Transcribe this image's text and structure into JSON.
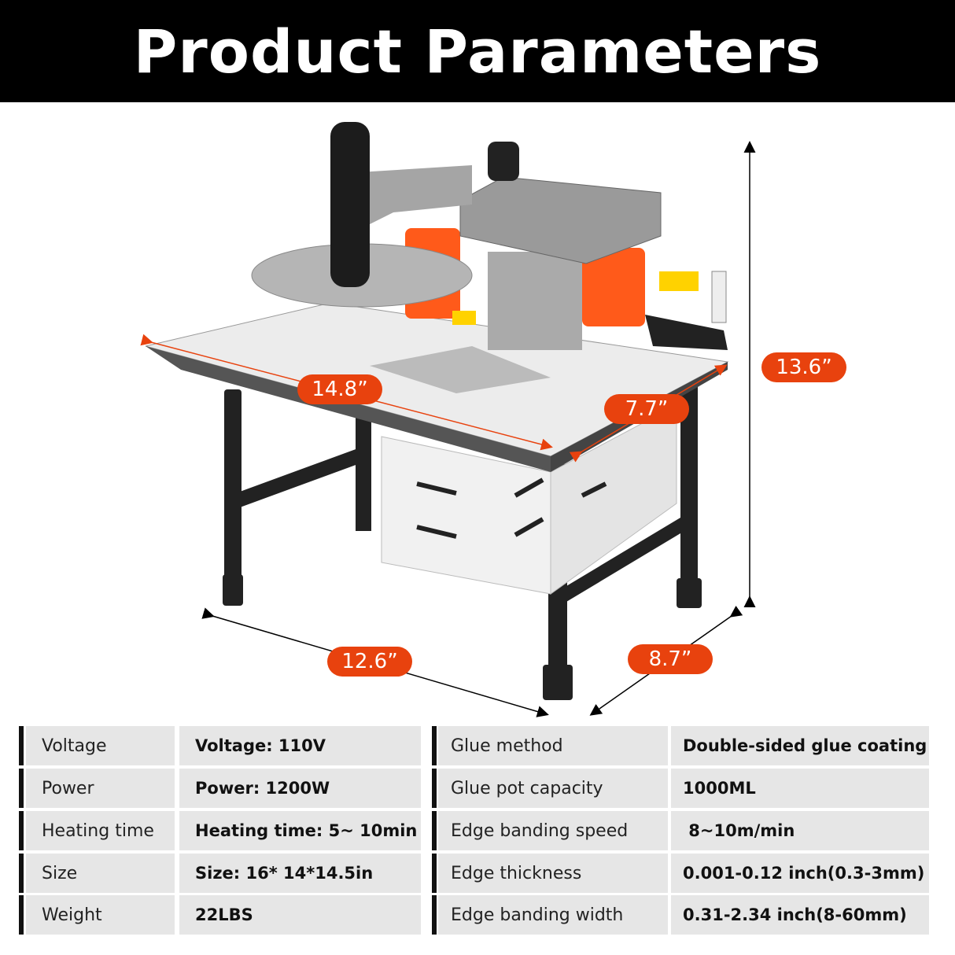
{
  "header": {
    "title": "Product Parameters"
  },
  "dimensions": {
    "top_length": "14.8”",
    "top_width": "7.7”",
    "height": "13.6”",
    "base_length": "12.6”",
    "base_width": "8.7”"
  },
  "colors": {
    "accent": "#e8420e",
    "header_bg": "#000000",
    "cell_bg": "#e6e6e6"
  },
  "specs_left": [
    {
      "label": "Voltage",
      "value": "Voltage: 110V"
    },
    {
      "label": "Power",
      "value": "Power: 1200W"
    },
    {
      "label": "Heating time",
      "value": "Heating time: 5~ 10min"
    },
    {
      "label": "Size",
      "value": "Size: 16* 14*14.5in"
    },
    {
      "label": "Weight",
      "value": "22LBS"
    }
  ],
  "specs_right": [
    {
      "label": "Glue method",
      "value": "Double-sided glue coating"
    },
    {
      "label": "Glue pot capacity",
      "value": "1000ML"
    },
    {
      "label": "Edge banding speed",
      "value": " 8~10m/min"
    },
    {
      "label": "Edge thickness",
      "value": "0.001-0.12 inch(0.3-3mm)"
    },
    {
      "label": "Edge banding width",
      "value": "0.31-2.34 inch(8-60mm)"
    }
  ]
}
